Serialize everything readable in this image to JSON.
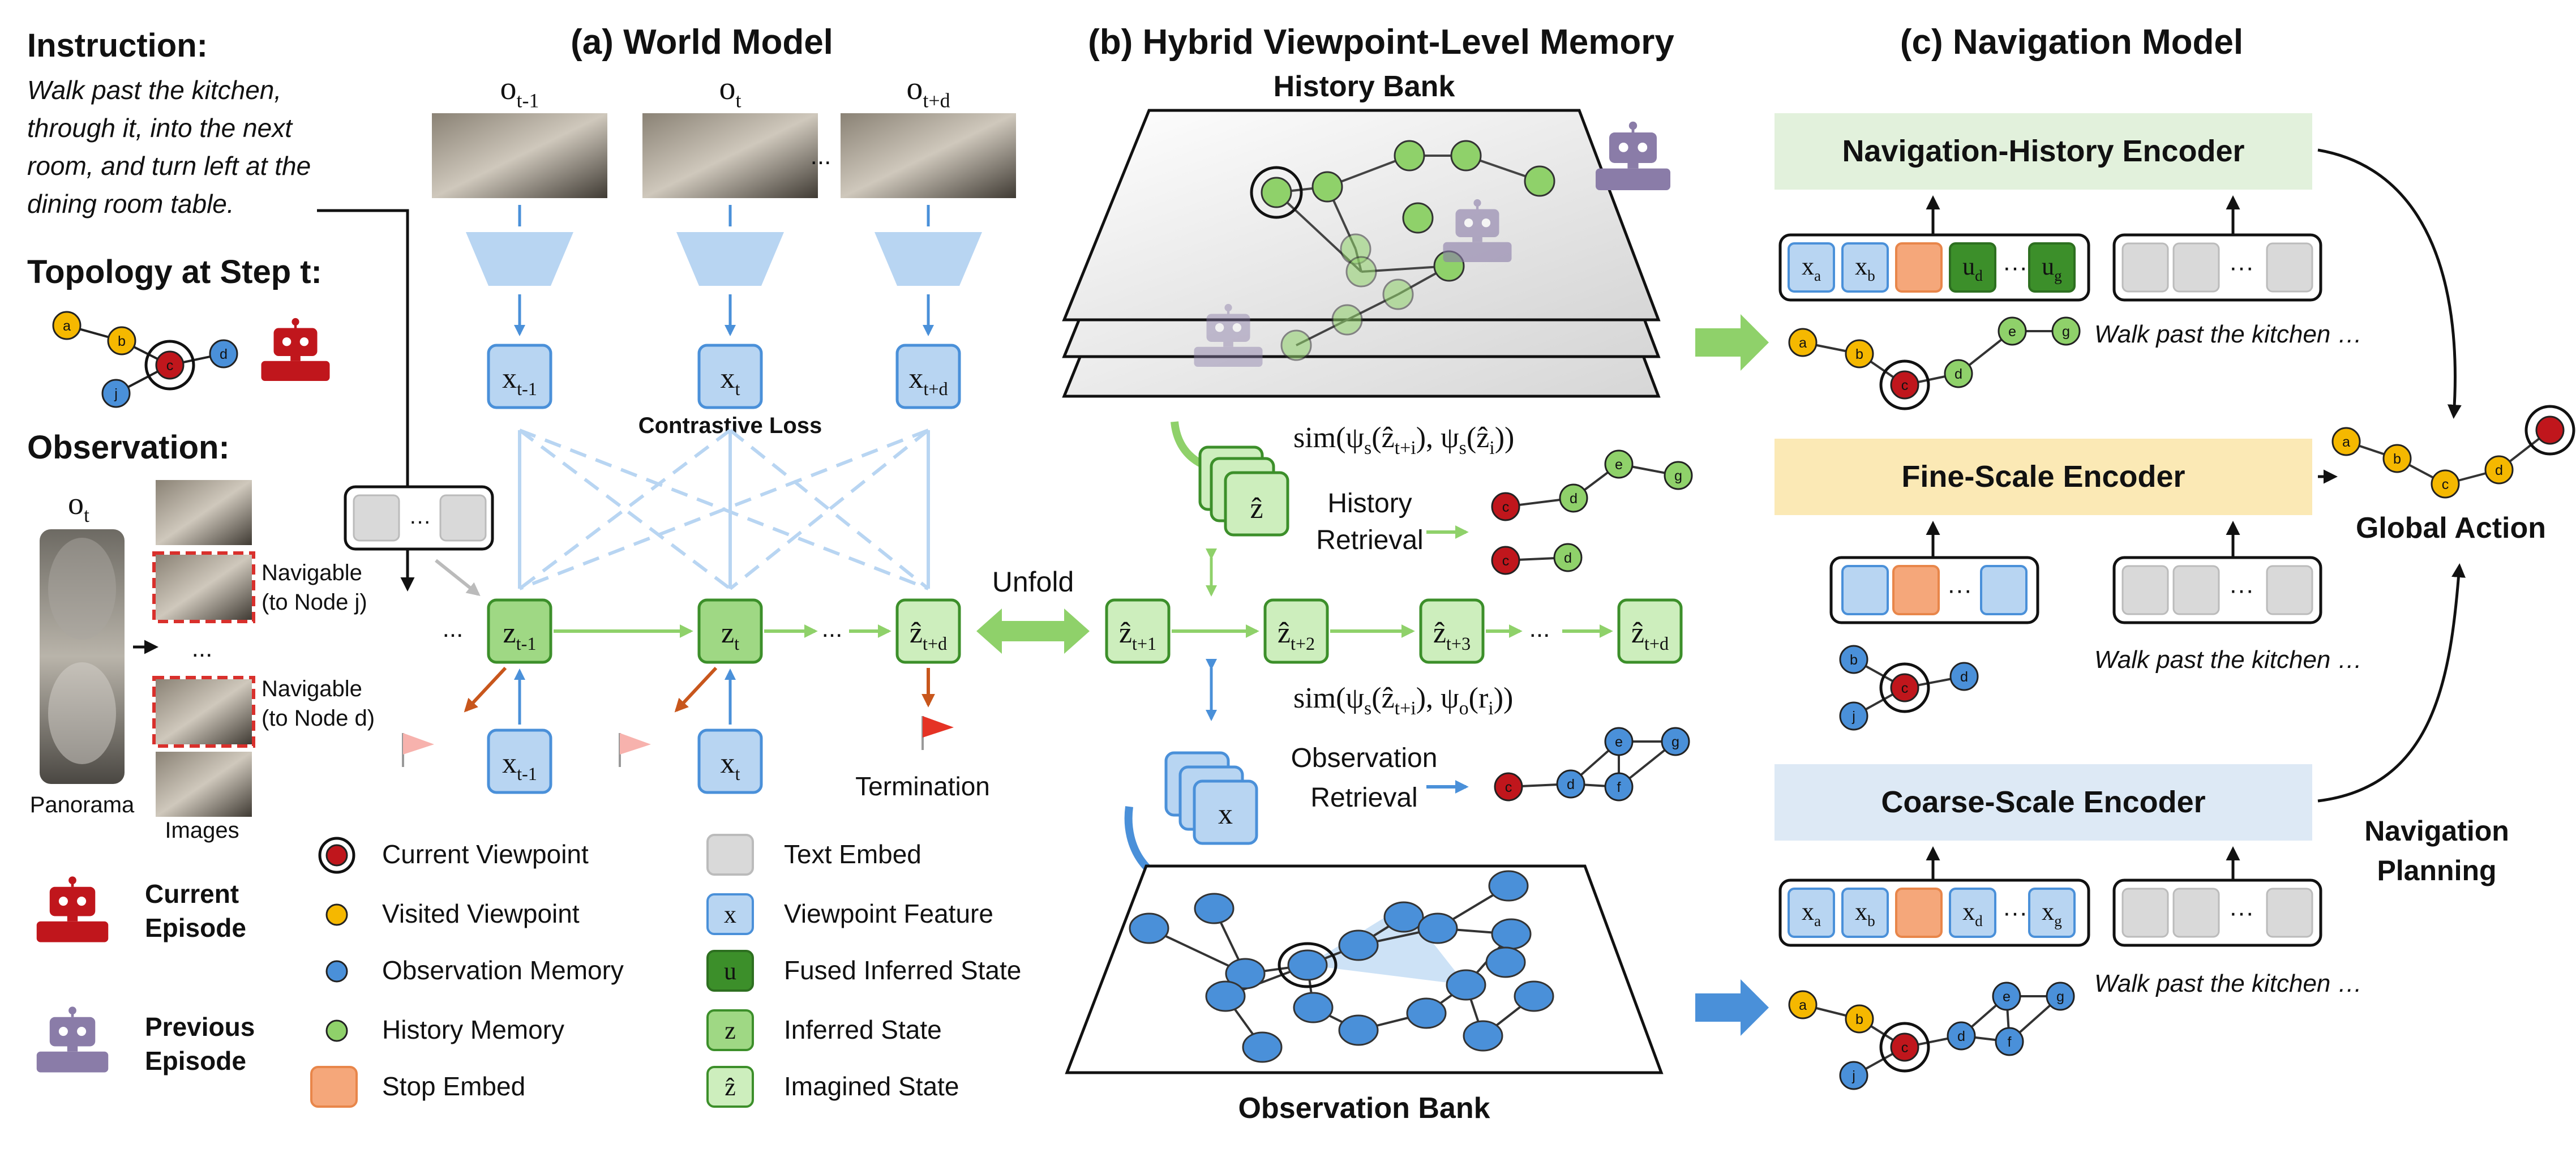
{
  "left": {
    "instruction_title": "Instruction:",
    "instruction_lines": [
      "Walk past the kitchen,",
      "through it, into the next",
      "room, and turn left at the",
      "dining room table."
    ],
    "topology_title": "Topology at Step t:",
    "observation_title": "Observation:",
    "obs_label": "o",
    "obs_sub": "t",
    "navigable_1": "Navigable",
    "navigable_1b": "(to Node j)",
    "navigable_2": "Navigable",
    "navigable_2b": "(to Node d)",
    "panorama": "Panorama",
    "images": "Images",
    "ellipsis": "...",
    "current_episode": [
      "Current",
      "Episode"
    ],
    "previous_episode": [
      "Previous",
      "Episode"
    ],
    "nodes": [
      "a",
      "b",
      "c",
      "d",
      "j"
    ]
  },
  "world_model": {
    "title": "(a) World Model",
    "obs_labels": [
      {
        "base": "o",
        "sub": "t-1"
      },
      {
        "base": "o",
        "sub": "t"
      },
      {
        "base": "o",
        "sub": "t+d"
      }
    ],
    "x_labels": [
      {
        "base": "x",
        "sub": "t-1"
      },
      {
        "base": "x",
        "sub": "t"
      },
      {
        "base": "x",
        "sub": "t+d"
      }
    ],
    "contrastive_loss": "Contrastive Loss",
    "z_labels": [
      {
        "base": "z",
        "sub": "t-1"
      },
      {
        "base": "z",
        "sub": "t"
      },
      {
        "base": "ẑ",
        "sub": "t+d"
      }
    ],
    "termination": "Termination",
    "ellipsis": "...",
    "unfold": "Unfold"
  },
  "memory": {
    "title": "(b) Hybrid Viewpoint-Level Memory",
    "history_bank": "History Bank",
    "observation_bank": "Observation Bank",
    "sim_history": "sim(ψ_s(ẑ_{t+i}), ψ_s(ẑ_i))",
    "sim_history_parts": [
      "sim(",
      "ψ",
      "s",
      "(ẑ",
      "t+i",
      "), ",
      "ψ",
      "s",
      "(ẑ",
      "i",
      "))"
    ],
    "sim_obs_parts": [
      "sim(",
      "ψ",
      "s",
      "(ẑ",
      "t+i",
      "), ",
      "ψ",
      "o",
      "(r",
      "i",
      "))"
    ],
    "history_retrieval": [
      "History",
      "Retrieval"
    ],
    "observation_retrieval": [
      "Observation",
      "Retrieval"
    ],
    "stack_history_label": "ẑ",
    "stack_obs_label": "x",
    "zhat_labels": [
      {
        "base": "ẑ",
        "sub": "t+1"
      },
      {
        "base": "ẑ",
        "sub": "t+2"
      },
      {
        "base": "ẑ",
        "sub": "t+3"
      },
      {
        "base": "ẑ",
        "sub": "t+d"
      }
    ],
    "ellipsis": "...",
    "retrieved_nodes_1": [
      "c",
      "d",
      "e",
      "g"
    ],
    "retrieved_nodes_2": [
      "c",
      "d"
    ],
    "retrieved_nodes_3": [
      "c",
      "d",
      "e",
      "f",
      "g"
    ]
  },
  "navigation": {
    "title": "(c) Navigation Model",
    "encoders": [
      "Navigation-History Encoder",
      "Fine-Scale Encoder",
      "Coarse-Scale Encoder"
    ],
    "encoder_colors": [
      "#e2f1dc",
      "#fbe9b5",
      "#dde9f5"
    ],
    "walk_text": "Walk past the kitchen …",
    "global_action": "Global Action",
    "navigation_planning": [
      "Navigation",
      "Planning"
    ],
    "token_history": [
      {
        "base": "x",
        "sub": "a"
      },
      {
        "base": "x",
        "sub": "b"
      },
      {
        "base": "",
        "sub": ""
      },
      {
        "base": "u",
        "sub": "d"
      },
      {
        "base": "u",
        "sub": "g"
      }
    ],
    "token_coarse": [
      {
        "base": "x",
        "sub": "a"
      },
      {
        "base": "x",
        "sub": "b"
      },
      {
        "base": "",
        "sub": ""
      },
      {
        "base": "x",
        "sub": "d"
      },
      {
        "base": "x",
        "sub": "g"
      }
    ],
    "ellipsis": "···",
    "graph_nodes": [
      "a",
      "b",
      "c",
      "d",
      "e",
      "f",
      "g",
      "j"
    ]
  },
  "legend": {
    "left_items": [
      "Current Viewpoint",
      "Visited Viewpoint",
      "Observation Memory",
      "History Memory",
      "Stop Embed"
    ],
    "right_items": [
      "Text Embed",
      "Viewpoint Feature",
      "Fused Inferred State",
      "Inferred State",
      "Imagined State"
    ],
    "right_glyphs": [
      "",
      "x",
      "u",
      "z",
      "ẑ"
    ]
  },
  "colors": {
    "red": "#c0161c",
    "yellow": "#f5b800",
    "blue": "#4a90d9",
    "green": "#8fd16a",
    "light_green": "#cdeebd",
    "dark_green": "#3c8f2a",
    "orange": "#f5a77a",
    "gray": "#d9d9d9",
    "light_blue": "#b8d5f2",
    "robot_red": "#c0161c",
    "robot_purple": "#8a7ca8",
    "arrow_green": "#8fd16a",
    "arrow_blue": "#4a90d9",
    "arrow_orange": "#c8561c"
  }
}
